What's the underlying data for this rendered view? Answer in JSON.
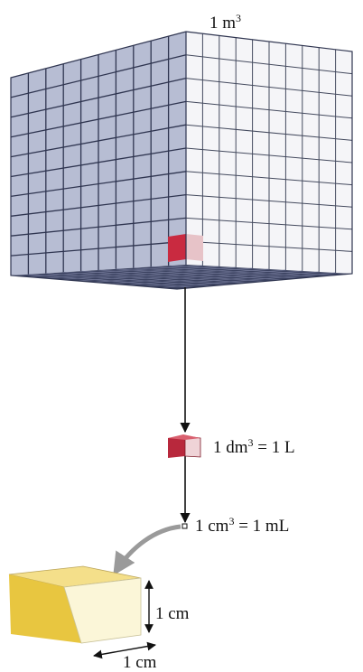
{
  "labels": {
    "cubic_meter": {
      "number": "1 m",
      "exp": "3"
    },
    "cubic_decimeter": {
      "number": "1 dm",
      "exp": "3",
      "equals": " = 1 L"
    },
    "cubic_centimeter": {
      "number": "1 cm",
      "exp": "3",
      "equals": " = 1 mL"
    },
    "edge_height": "1 cm",
    "edge_width": "1 cm"
  },
  "colors": {
    "large_cube_front": "#b7bdd3",
    "large_cube_side": "#f5f5f8",
    "large_cube_bottom": "#3b4260",
    "grid_line": "#2f3550",
    "decimeter_cube": "#b8283c",
    "centimeter_cube_front": "#e8c640",
    "centimeter_cube_top": "#f4df8a",
    "centimeter_cube_side": "#fbf6d8",
    "arrow": "#111111",
    "curved_arrow": "#9a9a9a"
  },
  "icons": {
    "down_arrow": "arrow-down-icon",
    "curved_arrow": "curved-arrow-icon",
    "dimension_arrow": "double-headed-arrow-icon"
  }
}
